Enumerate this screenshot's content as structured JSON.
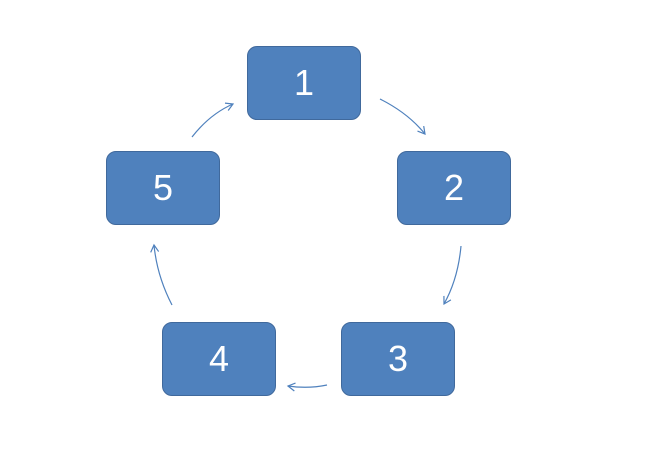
{
  "diagram": {
    "type": "cycle",
    "nodes": [
      {
        "id": "1",
        "label": "1"
      },
      {
        "id": "2",
        "label": "2"
      },
      {
        "id": "3",
        "label": "3"
      },
      {
        "id": "4",
        "label": "4"
      },
      {
        "id": "5",
        "label": "5"
      }
    ],
    "edges": [
      {
        "from": "1",
        "to": "2"
      },
      {
        "from": "2",
        "to": "3"
      },
      {
        "from": "3",
        "to": "4"
      },
      {
        "from": "4",
        "to": "5"
      },
      {
        "from": "5",
        "to": "1"
      }
    ],
    "colors": {
      "node_fill": "#4f81bd",
      "node_border": "#40699c",
      "node_text": "#ffffff",
      "arrow": "#4f81bd"
    }
  }
}
